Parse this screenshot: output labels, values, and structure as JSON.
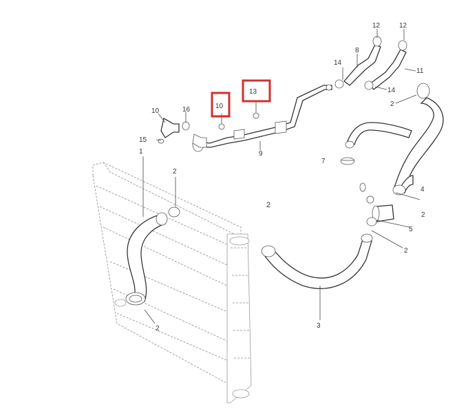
{
  "callouts": {
    "c1": "1",
    "c2_top_right": "2",
    "c2_radiator_upper": "2",
    "c2_center": "2",
    "c2_right_upper": "2",
    "c2_right_lower": "2",
    "c2_radiator_lower": "2",
    "c3": "3",
    "c4": "4",
    "c5": "5",
    "c7": "7",
    "c8": "8",
    "c9": "9",
    "c10": "10",
    "c11": "11",
    "c12_left": "12",
    "c12_right": "12",
    "c13_highlighted": "13",
    "c14_left": "14",
    "c14_right": "14",
    "c15": "15",
    "c16": "16",
    "c10_highlighted": "10"
  },
  "highlight_color": "#d32f2f"
}
